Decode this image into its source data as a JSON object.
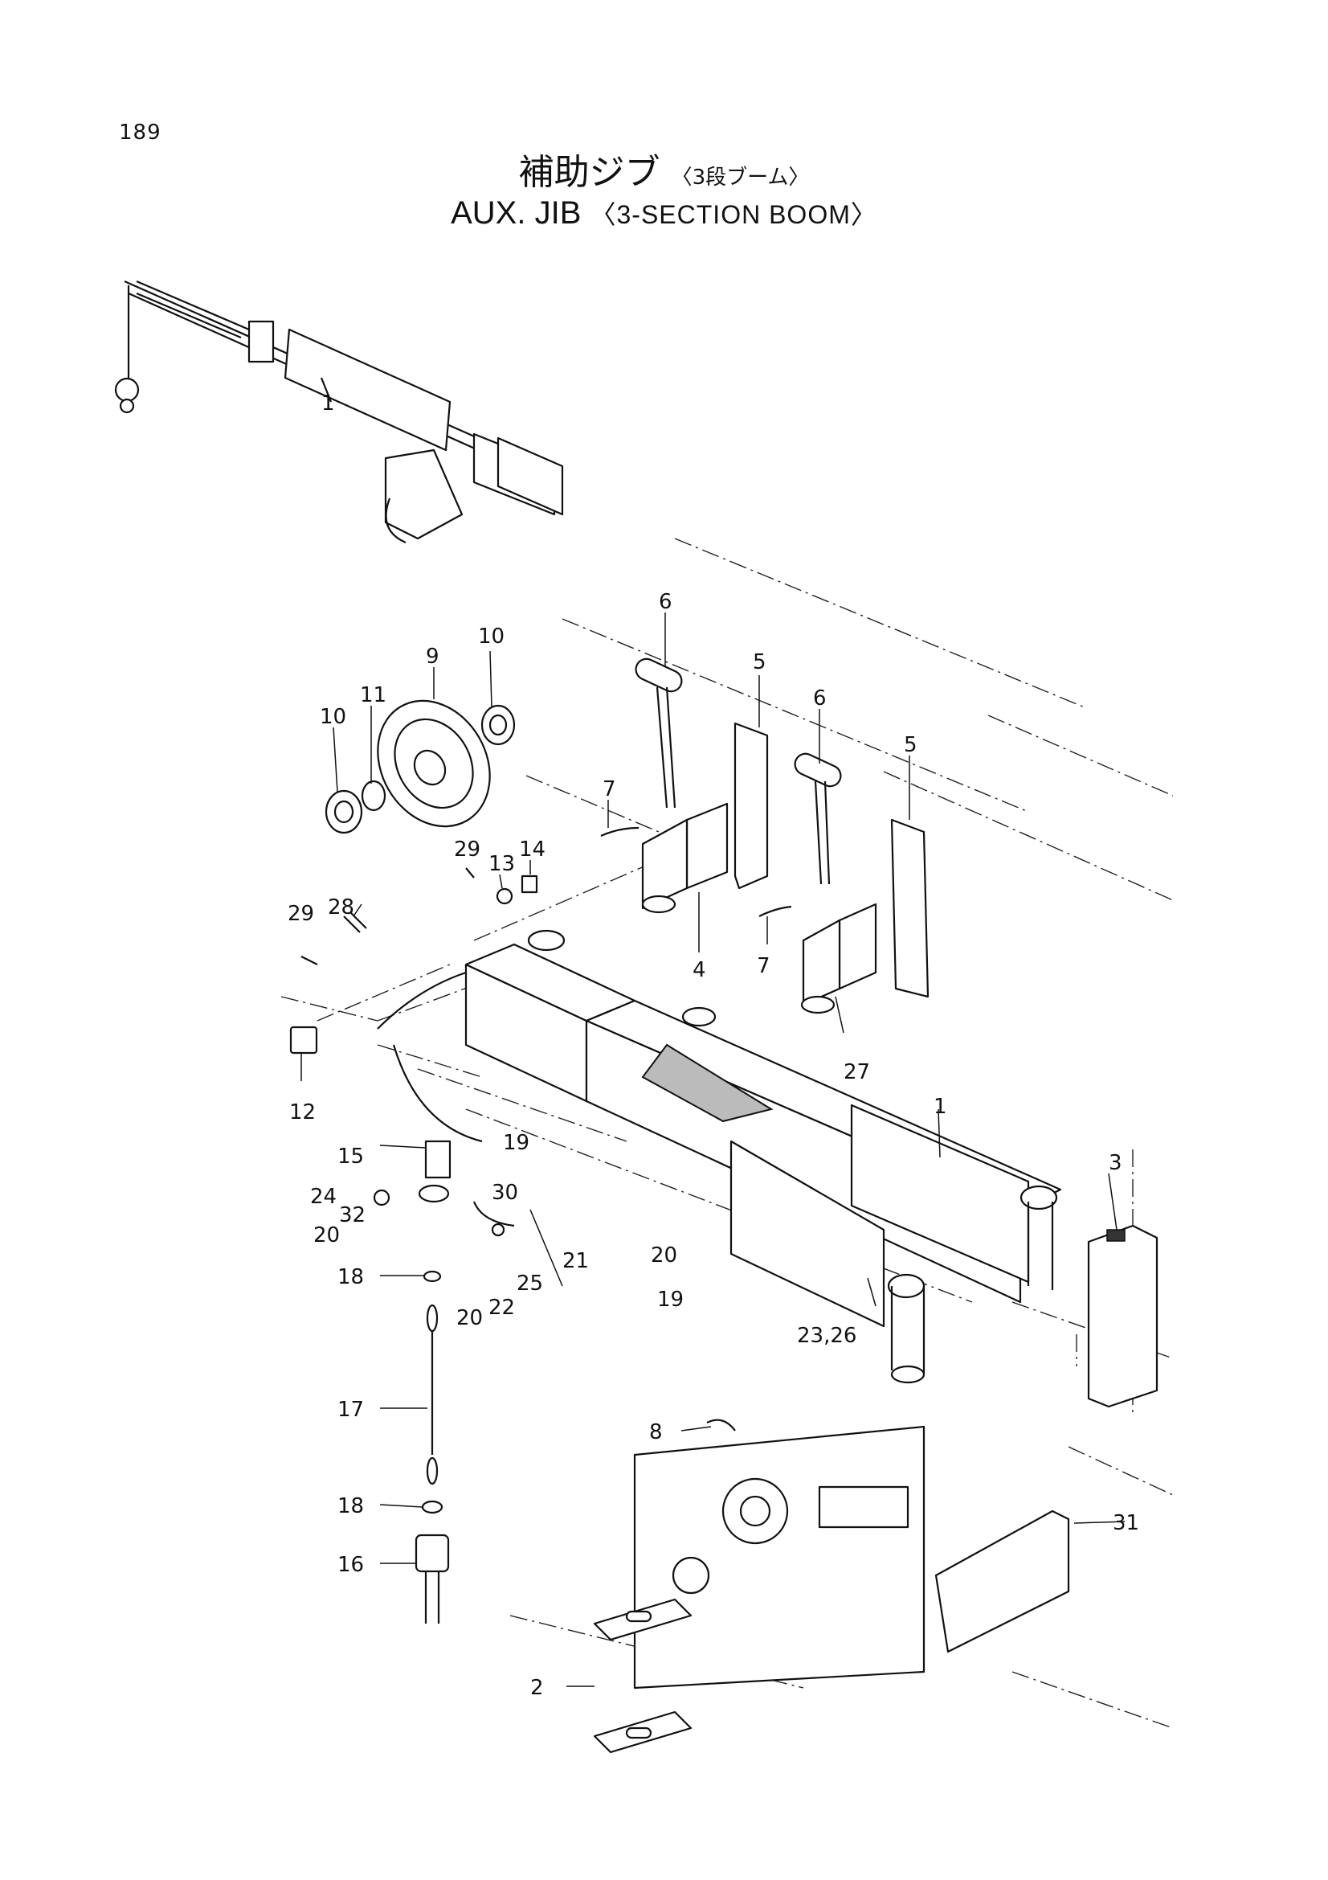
{
  "page_number": "189",
  "title": {
    "japanese": "補助ジブ",
    "japanese_sub": "〈3段ブーム〉",
    "english": "AUX. JIB",
    "english_sub": "〈3-SECTION BOOM〉"
  },
  "callouts": {
    "c1_top": "1",
    "c1": "1",
    "c2": "2",
    "c3": "3",
    "c4": "4",
    "c5a": "5",
    "c5b": "5",
    "c6a": "6",
    "c6b": "6",
    "c7a": "7",
    "c7b": "7",
    "c8": "8",
    "c9": "9",
    "c10a": "10",
    "c10b": "10",
    "c11": "11",
    "c12": "12",
    "c13": "13",
    "c14": "14",
    "c15": "15",
    "c16": "16",
    "c17": "17",
    "c18a": "18",
    "c18b": "18",
    "c19a": "19",
    "c19b": "19",
    "c20a": "20",
    "c20b": "20",
    "c20c": "20",
    "c21": "21",
    "c22": "22",
    "c23_26": "23,26",
    "c24": "24",
    "c25": "25",
    "c27": "27",
    "c28": "28",
    "c29a": "29",
    "c29b": "29",
    "c30": "30",
    "c31": "31",
    "c32": "32"
  }
}
